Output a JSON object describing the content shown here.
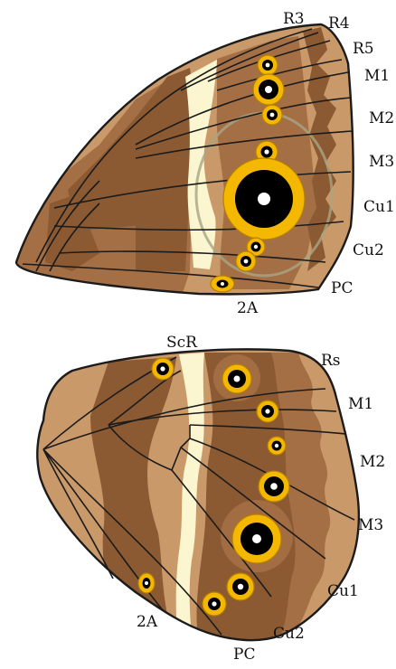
{
  "colors": {
    "wing_base": "#c9996a",
    "dark_band": "#8b5a33",
    "mid_band": "#a56f45",
    "pale_band": "#fbf6cf",
    "eyespot_ring": "#f5b800",
    "eyespot_ring_edge": "#b57f00",
    "pupil": "#000000",
    "highlight": "#ffffff",
    "vein": "#1b1b1b",
    "outline": "#1b1b1b",
    "halo": "#a8a586"
  },
  "forewing": {
    "labels": {
      "R3": "R3",
      "R4": "R4",
      "R5": "R5",
      "M1": "M1",
      "M2": "M2",
      "M3": "M3",
      "Cu1": "Cu1",
      "Cu2": "Cu2",
      "PC": "PC",
      "A2": "2A"
    }
  },
  "hindwing": {
    "labels": {
      "ScR": "ScR",
      "Rs": "Rs",
      "M1": "M1",
      "M2": "M2",
      "M3": "M3",
      "Cu1": "Cu1",
      "Cu2": "Cu2",
      "PC": "PC",
      "A2": "2A"
    }
  }
}
